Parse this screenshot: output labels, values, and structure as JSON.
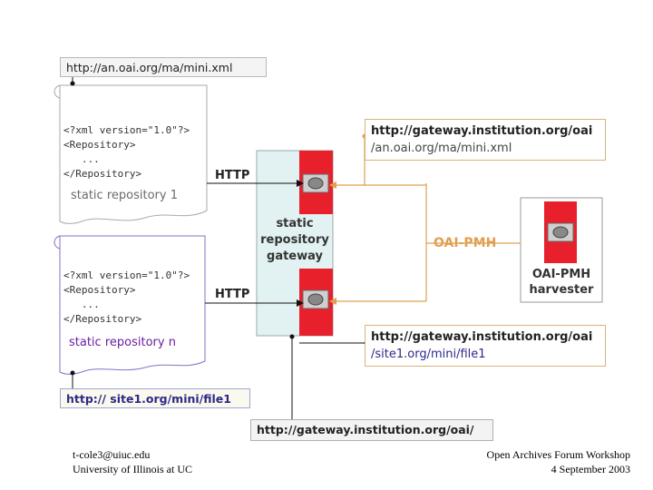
{
  "urls": {
    "static_repo_1": "http://an.oai.org/ma/mini.xml",
    "gateway_top_line1": "http://gateway.institution.org/oai",
    "gateway_top_line2": "/an.oai.org/ma/mini.xml",
    "gateway_mid_line1": "http://gateway.institution.org/oai",
    "gateway_mid_line2": "/site1.org/mini/file1",
    "static_repo_n": "http:// site1.org/mini/file1",
    "gateway_base": "http://gateway.institution.org/oai/"
  },
  "documents": {
    "doc1": {
      "xml": "<?xml version=\"1.0\"?>\n<Repository>\n   ...\n</Repository>",
      "name": "static repository 1"
    },
    "docn": {
      "xml": "<?xml version=\"1.0\"?>\n<Repository>\n   ...\n</Repository>",
      "name": "static repository n"
    }
  },
  "labels": {
    "http_top": "HTTP",
    "http_bottom": "HTTP",
    "gateway": "static\nrepository\ngateway",
    "oai_pmh": "OAI-PMH",
    "harvester": "OAI-PMH\nharvester"
  },
  "footer": {
    "left_line1": "t-cole3@uiuc.edu",
    "left_line2": "University of Illinois at UC",
    "right_line1": "Open Archives Forum Workshop",
    "right_line2": "4 September 2003"
  },
  "colors": {
    "orange": "#e0a050",
    "red": "#e8202c",
    "purple": "#6a1fa0",
    "gateway_fill": "#e2f1f1"
  }
}
